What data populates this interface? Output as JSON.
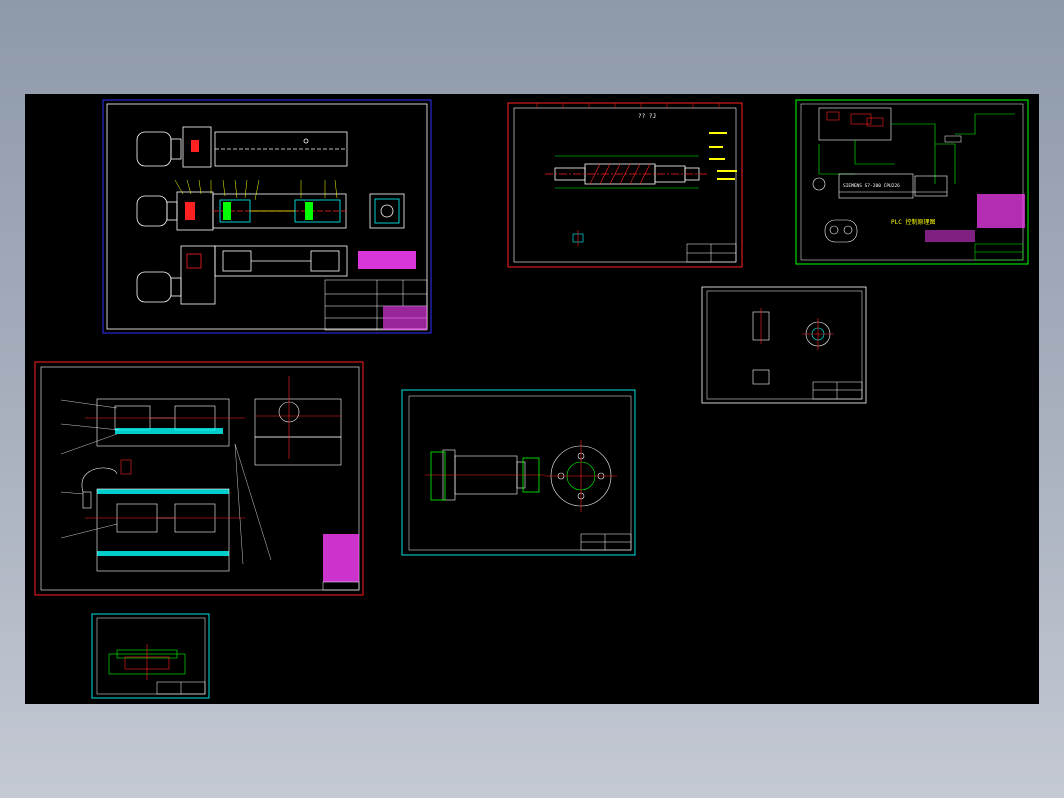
{
  "viewer": {
    "background": "#000000",
    "frame_gradient": [
      "#8e99a9",
      "#c4c9d3"
    ]
  },
  "sheets": [
    {
      "id": "assembly-drawing",
      "frame_color": "#3030ff"
    },
    {
      "id": "screw-shaft-drawing",
      "frame_color": "#ff2020",
      "texts": [
        "?? ?J"
      ]
    },
    {
      "id": "plc-wiring-diagram",
      "frame_color": "#00ff00",
      "texts": [
        "SIEMENS S7-200 CPU226",
        "PLC 控制原理图"
      ]
    },
    {
      "id": "bracket-part-drawing",
      "frame_color": "#ffffff"
    },
    {
      "id": "gearbox-section-drawing",
      "frame_color": "#ff2020"
    },
    {
      "id": "motor-flange-drawing",
      "frame_color": "#00e0e0"
    },
    {
      "id": "small-part-drawing",
      "frame_color": "#00e0e0"
    }
  ],
  "colors": {
    "white": "#ffffff",
    "red": "#ff2020",
    "green": "#00ff00",
    "cyan": "#00e0e0",
    "yellow": "#ffff00",
    "magenta": "#ff40ff",
    "blue": "#3030ff"
  }
}
